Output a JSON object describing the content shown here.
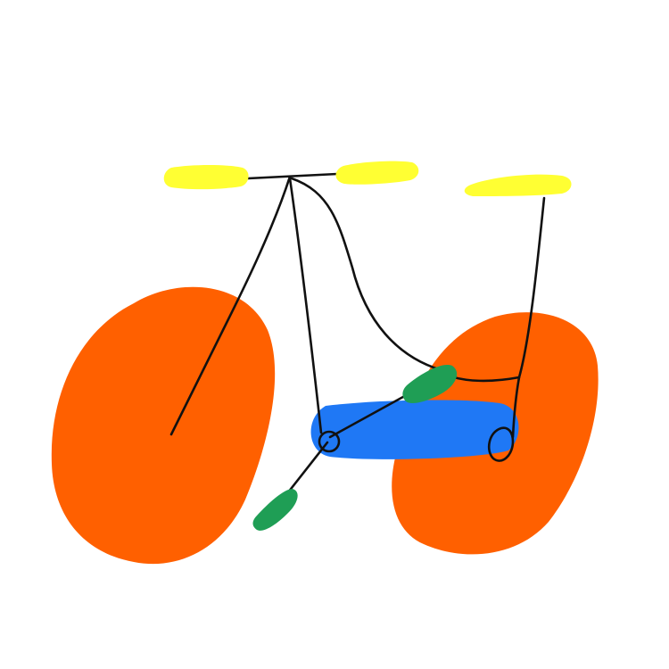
{
  "illustration": {
    "subject": "bicycle",
    "colors": {
      "background": "#ffffff",
      "wheel": "#ff6000",
      "handlebar_grip": "#ffff33",
      "saddle": "#ffff33",
      "chainring_blob": "#1f78f5",
      "pedal": "#1f9e55",
      "frame_stroke": "#111111"
    },
    "parts": [
      "front-wheel",
      "rear-wheel",
      "handlebar-left-grip",
      "handlebar-right-grip",
      "saddle",
      "chainring-blob",
      "front-pedal",
      "rear-pedal",
      "frame-lines",
      "crank-circle",
      "rear-hub-circle"
    ]
  }
}
